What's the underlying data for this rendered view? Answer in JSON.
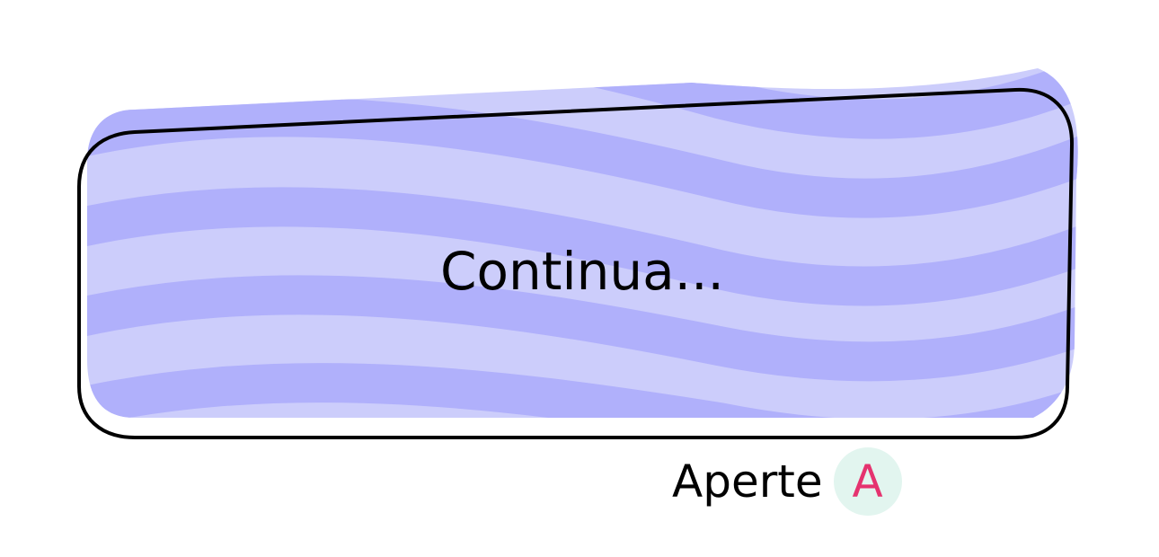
{
  "dialog": {
    "continue_label": "Continua...",
    "button_colors": {
      "stripe_light": "#cccdfb",
      "stripe_dark": "#b0b0fb",
      "outline": "#000000"
    }
  },
  "prompt": {
    "text": "Aperte",
    "key": "A",
    "key_color": "#e5336f",
    "key_badge_color": "#e2f5ef"
  }
}
